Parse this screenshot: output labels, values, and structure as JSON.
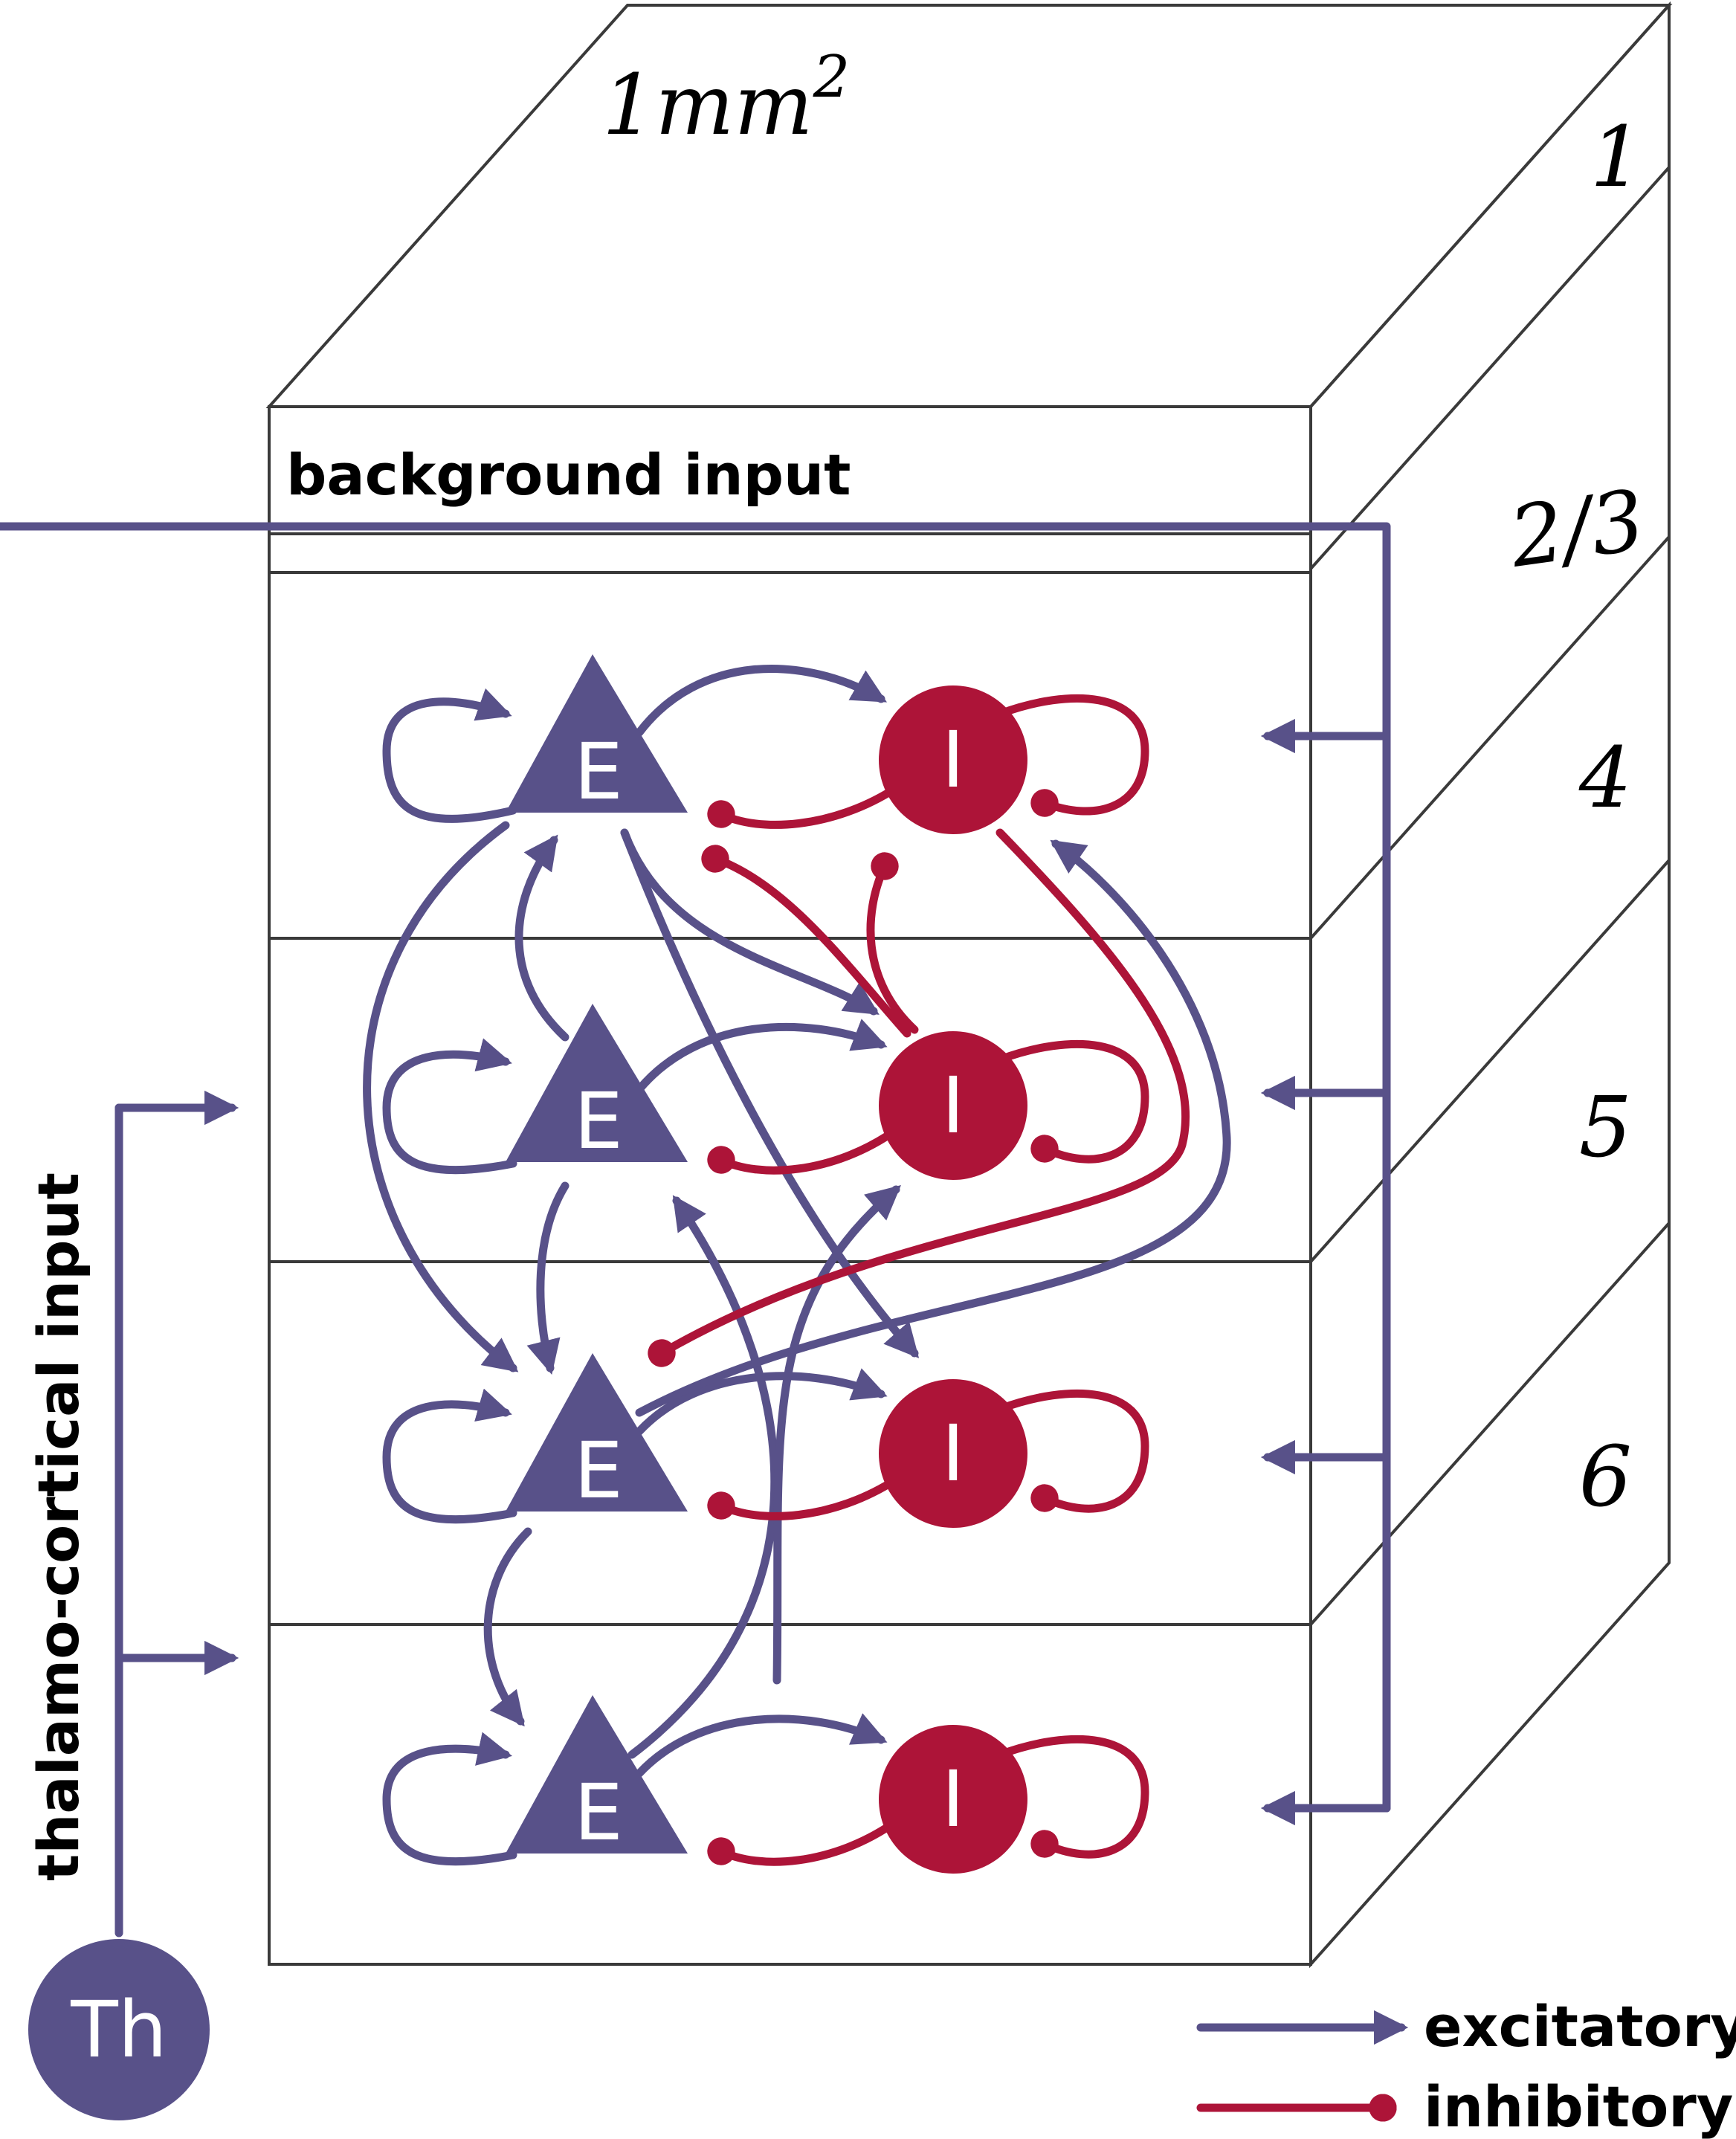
{
  "area_label": "1mm",
  "area_superscript": "2",
  "layers": [
    "1",
    "2/3",
    "4",
    "5",
    "6"
  ],
  "background_input_label": "background input",
  "thalamo_label": "thalamo-cortical input",
  "thalamus_label": "Th",
  "excitatory_node_label": "E",
  "inhibitory_node_label": "I",
  "legend": {
    "excitatory": "excitatory",
    "inhibitory": "inhibitory"
  },
  "colors": {
    "excitatory": "#585189",
    "inhibitory": "#ad1438",
    "outline": "#3a3a3a"
  }
}
